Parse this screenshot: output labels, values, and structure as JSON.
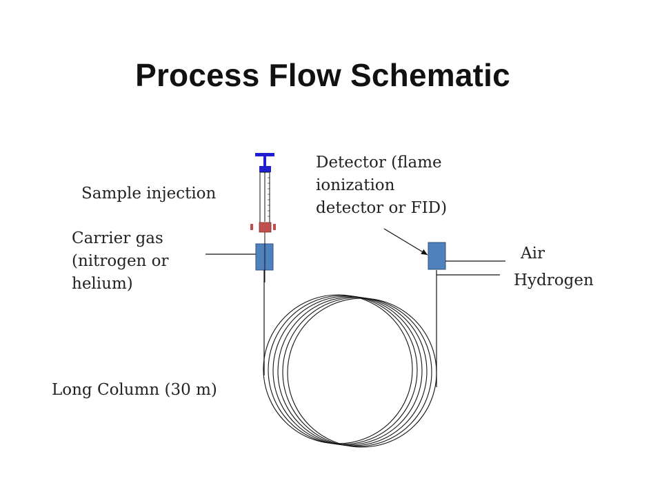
{
  "title": "Process Flow Schematic",
  "labels": {
    "sample_injection": "Sample injection",
    "carrier_gas": [
      "Carrier gas",
      "(nitrogen or",
      "helium)"
    ],
    "detector": [
      "Detector (flame",
      "ionization",
      "detector or FID)"
    ],
    "air": "Air",
    "hydrogen": "Hydrogen",
    "long_column": "Long Column (30 m)"
  },
  "colors": {
    "component_fill": "#4f81bd",
    "component_stroke": "#2f4f7a",
    "plunger": "#1f1fd0",
    "septum": "#c0504d",
    "line": "#111111"
  }
}
